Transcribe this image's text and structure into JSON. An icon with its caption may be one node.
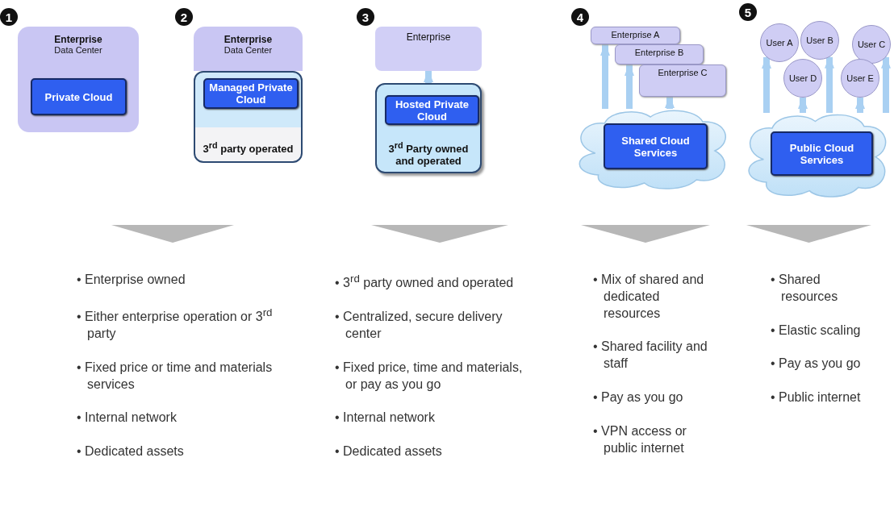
{
  "diagram": {
    "nodes": [
      {
        "text": [
          "1"
        ]
      },
      {
        "text": [
          "Enterprise",
          "Data Center"
        ]
      },
      {
        "text": [
          "Private Cloud"
        ],
        "in": 1
      },
      {
        "text": [
          "2"
        ]
      },
      {
        "text": [
          "Enterprise",
          "Data Center"
        ]
      },
      {
        "text": [
          "3$^{rd}$ party operated"
        ]
      },
      {
        "text": [
          "Managed Private Cloud"
        ],
        "in": 5
      },
      {
        "text": [
          "3"
        ]
      },
      {
        "text": [
          "Enterprise"
        ]
      },
      {
        "text": [
          "3$^{rd}$ Party owned and operated"
        ]
      },
      {
        "text": [
          "Hosted Private Cloud"
        ],
        "in": 9
      },
      {
        "text": [
          "4"
        ]
      },
      {
        "text": [
          "Enterprise A"
        ]
      },
      {
        "text": [
          "Enterprise B"
        ]
      },
      {
        "text": [
          "Enterprise C"
        ]
      },
      {
        "text": [],
        "shape": "cloud"
      },
      {
        "text": [
          "Shared Cloud Services"
        ],
        "in": 15
      },
      {
        "text": [
          "5"
        ]
      },
      {
        "text": [
          "User A"
        ]
      },
      {
        "text": [
          "User B"
        ]
      },
      {
        "text": [
          "User C"
        ]
      },
      {
        "text": [
          "User D"
        ]
      },
      {
        "text": [
          "User E"
        ]
      },
      {
        "text": [],
        "shape": "cloud"
      },
      {
        "text": [
          "Public Cloud Services"
        ],
        "in": 23
      }
    ],
    "edges": [
      {
        "from": 9,
        "to": 8,
        "arrow": "to"
      },
      {
        "from": 15,
        "to": 12,
        "arrow": "to"
      },
      {
        "from": 15,
        "to": 13,
        "arrow": "to"
      },
      {
        "from": 15,
        "to": 14,
        "arrow": "to"
      },
      {
        "from": 23,
        "to": 18,
        "arrow": "to"
      },
      {
        "from": 23,
        "to": 19,
        "arrow": "to"
      },
      {
        "from": 23,
        "to": 20,
        "arrow": "to"
      },
      {
        "from": 23,
        "to": 21,
        "arrow": "to"
      },
      {
        "from": 23,
        "to": 22,
        "arrow": "to"
      }
    ],
    "labels": [
      "• Enterprise owned",
      "• Either enterprise operation or 3$^{rd}$ party",
      "• Fixed price or time and materials services",
      "• Internal network",
      "• Dedicated assets",
      "• 3$^{rd}$ party owned and operated",
      "• Centralized, secure delivery center",
      "• Fixed price, time and materials, or pay as you go",
      "• Internal network",
      "• Dedicated assets",
      "• Mix of shared and dedicated resources",
      "• Shared facility and staff",
      "• Pay as you go",
      "• VPN access or public internet",
      "• Shared resources",
      "• Elastic scaling",
      "• Pay as you go",
      "• Public internet"
    ]
  }
}
